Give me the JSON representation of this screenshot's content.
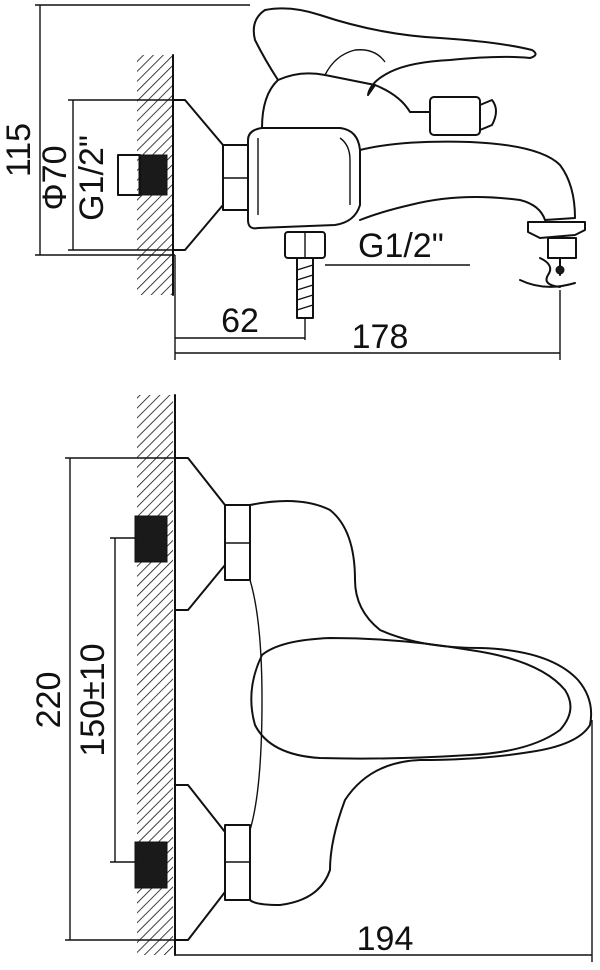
{
  "side_view": {
    "height_label": "115",
    "diameter_label": "Φ70",
    "wall_thread_label": "G1/2\"",
    "outlet_thread_label": "G1/2\"",
    "offset_label": "62",
    "length_label": "178"
  },
  "top_view": {
    "width_label": "220",
    "center_distance_label": "150±10",
    "depth_label": "194"
  },
  "colors": {
    "line": "#111111",
    "background": "#ffffff"
  }
}
